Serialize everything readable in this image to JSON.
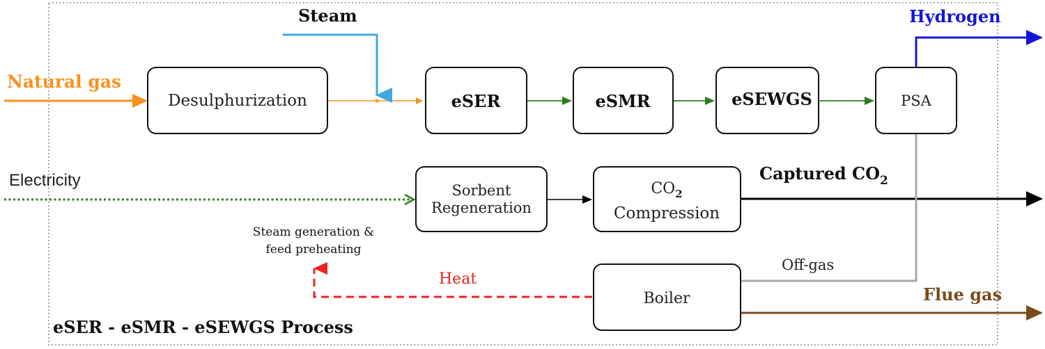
{
  "process_title": "eSER - eSMR - eSEWGS Process",
  "inputs": {
    "natural_gas": "Natural gas",
    "steam": "Steam",
    "electricity": "Electricity"
  },
  "outputs": {
    "hydrogen": "Hydrogen",
    "captured_co2_prefix": "Captured CO",
    "captured_co2_sub": "2",
    "flue_gas": "Flue gas"
  },
  "units": {
    "desulphurization": "Desulphurization",
    "eser": "eSER",
    "esmr": "eSMR",
    "esewgs": "eSEWGS",
    "psa": "PSA",
    "sorbent_line1": "Sorbent",
    "sorbent_line2": "Regeneration",
    "co2_prefix": "CO",
    "co2_sub": "2",
    "co2_line2": "Compression",
    "boiler": "Boiler"
  },
  "streams": {
    "off_gas": "Off-gas",
    "heat": "Heat",
    "steam_gen_line1": "Steam generation &",
    "steam_gen_line2": "feed preheating"
  },
  "colors": {
    "natural_gas": "#f7921e",
    "steam": "#3fa9dc",
    "hydrogen": "#1515d6",
    "process_flow": "#2d7d1f",
    "electricity": "#2d7d1f",
    "captured_co2": "#000000",
    "off_gas": "#a8a8a8",
    "heat": "#e8231e",
    "flue_gas": "#7a4a1c"
  }
}
